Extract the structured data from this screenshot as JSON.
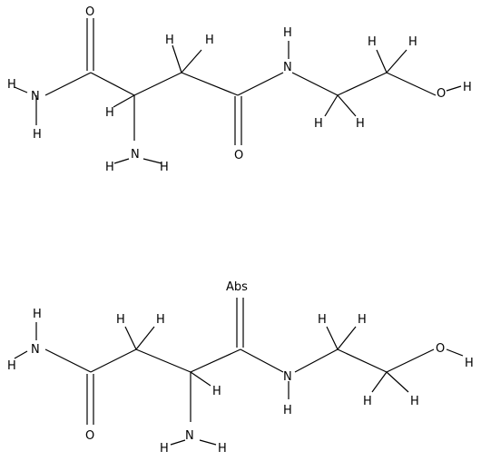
{
  "molecules": [
    {
      "atoms": {
        "o1": "O",
        "n1": "N",
        "h1a": "H",
        "h1b": "H",
        "h_ch": "H",
        "n2": "N",
        "h2a": "H",
        "h2b": "H",
        "h_c1": "H",
        "h_c2": "H",
        "o2": "O",
        "n3": "N",
        "h_n3": "H",
        "h_c3a": "H",
        "h_c3b": "H",
        "h_c4a": "H",
        "h_c4b": "H",
        "o3": "O",
        "h_o3": "H"
      }
    },
    {
      "atoms": {
        "abs": "Abs",
        "o1": "O",
        "n1": "N",
        "h1a": "H",
        "h1b": "H",
        "h_c1": "H",
        "h_c2": "H",
        "h_ch": "H",
        "n2": "N",
        "h2a": "H",
        "h2b": "H",
        "n3": "N",
        "h_n3": "H",
        "h_c3a": "H",
        "h_c3b": "H",
        "h_c4a": "H",
        "h_c4b": "H",
        "o3": "O",
        "h_o3": "H"
      }
    }
  ]
}
